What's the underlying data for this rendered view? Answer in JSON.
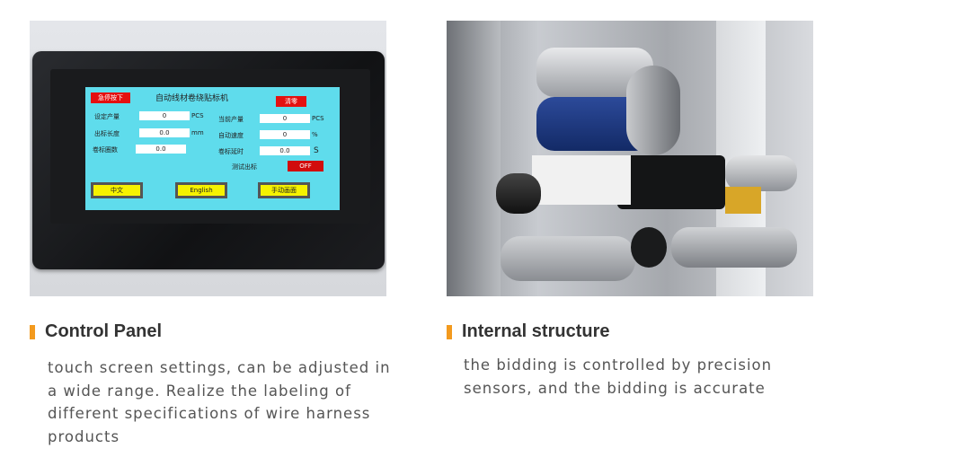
{
  "left": {
    "heading": "Control Panel",
    "description": "touch screen settings, can be adjusted in a wide range. Realize the labeling of different specifications of wire harness products",
    "panel": {
      "title": "自动线材卷绕贴标机",
      "emergency_stop": "急停按下",
      "clear": "清零",
      "rows": [
        {
          "label": "设定产量",
          "value": "0",
          "unit": "PCS"
        },
        {
          "label": "出标长度",
          "value": "0.0",
          "unit": "mm"
        },
        {
          "label": "卷标圈数",
          "value": "0.0",
          "unit": ""
        },
        {
          "label": "当前产量",
          "value": "0",
          "unit": "PCS"
        },
        {
          "label": "自动速度",
          "value": "0",
          "unit": "%"
        },
        {
          "label": "卷标延时",
          "value": "0.0",
          "unit": "S"
        }
      ],
      "test_label": "测试出标",
      "test_state": "OFF",
      "buttons": [
        "中文",
        "English",
        "手动画面"
      ]
    }
  },
  "right": {
    "heading": "Internal structure",
    "description": "the bidding is controlled by precision sensors, and the bidding is accurate"
  },
  "colors": {
    "accent": "#f39a1e",
    "screen": "#5fdcec"
  }
}
